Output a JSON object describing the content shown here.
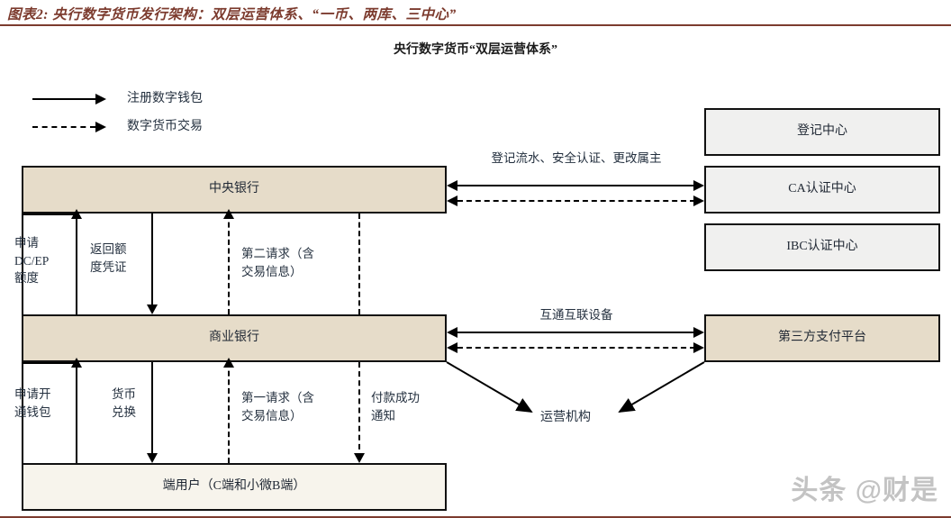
{
  "figure": {
    "title": "图表2: 央行数字货币发行架构：双层运营体系、“一币、两库、三中心”",
    "subtitle": "央行数字货币“双层运营体系”",
    "accent_color": "#7c3b2e",
    "watermark": "头条 @财是"
  },
  "legend": [
    {
      "style": "solid",
      "label": "注册数字钱包"
    },
    {
      "style": "dashed",
      "label": "数字货币交易"
    }
  ],
  "nodes": {
    "central_bank": {
      "label": "中央银行",
      "fill": "#e6dcc9"
    },
    "commercial_bank": {
      "label": "商业银行",
      "fill": "#e6dcc9"
    },
    "end_users": {
      "label": "端用户（C端和小微B端）",
      "fill": "#f7f4ec"
    },
    "registry_center": {
      "label": "登记中心",
      "fill": "#f0f0ef"
    },
    "ca_center": {
      "label": "CA认证中心",
      "fill": "#f0f0ef"
    },
    "ibc_center": {
      "label": "IBC认证中心",
      "fill": "#f0f0ef"
    },
    "third_party_pay": {
      "label": "第三方支付平台",
      "fill": "#e6dcc9"
    },
    "operating_org": {
      "label": "运营机构"
    }
  },
  "edge_labels": {
    "apply_dcep_quota": "申请\nDC/EP\n额度",
    "return_quota_cert": "返回额\n度凭证",
    "second_request": "第二请求（含\n交易信息）",
    "apply_open_wallet": "申请开\n通钱包",
    "currency_exchange": "货币\n兑换",
    "first_request": "第一请求（含\n交易信息）",
    "payment_success": "付款成功\n通知",
    "registry_flow": "登记流水、安全认证、更改属主",
    "interconnect": "互通互联设备"
  }
}
